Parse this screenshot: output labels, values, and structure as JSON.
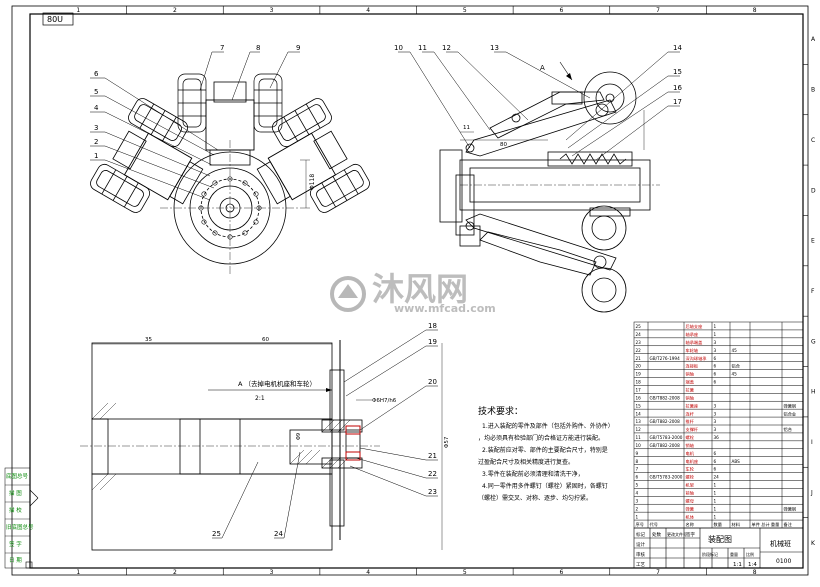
{
  "sheet": {
    "stamp": "80U",
    "col_numbers": [
      "1",
      "2",
      "3",
      "4",
      "5",
      "6",
      "7",
      "8"
    ],
    "row_letters": [
      "A",
      "B",
      "C",
      "D",
      "E",
      "F",
      "G",
      "H",
      "I",
      "J",
      "K"
    ],
    "side_labels": [
      "底图总号",
      "描 图",
      "描 校",
      "旧底图总号",
      "签 字",
      "日 期"
    ]
  },
  "balloons": {
    "top_left": [
      "1",
      "2",
      "3",
      "4",
      "5",
      "6",
      "7",
      "8",
      "9"
    ],
    "top_right": [
      "10",
      "11",
      "12",
      "13",
      "14",
      "15",
      "16",
      "17"
    ],
    "bottom": [
      "18",
      "19",
      "20",
      "21",
      "22",
      "23",
      "24",
      "25"
    ]
  },
  "view_labels": {
    "arrow_a": "A",
    "section_title": "A （去掉电机机座和车轮）",
    "section_scale": "2:1"
  },
  "dimensions": {
    "d_vertical_tl": "Φ118",
    "d_11": "11",
    "d_80": "80",
    "d_35": "35",
    "d_60": "60",
    "d_v2": "Φ57",
    "d_fit": "Φ6H7/h6",
    "d_v3": "Φ9"
  },
  "tech": {
    "title": "技术要求：",
    "lines": [
      "1.进入装配的零件及部件（包括外购件、外协件）",
      "，均必须具有检验部门的合格证方能进行装配。",
      "2.装配前应对零、部件的主要配合尺寸，特别是",
      "过盈配合尺寸及相关精度进行复查。",
      "3.零件在装配前必须清理和清洗干净，",
      "4.同一零件用多件螺钉（螺栓）紧固时，各螺钉",
      "（螺栓）需交叉、对称、逐步、均匀拧紧。"
    ]
  },
  "bom": {
    "rows": [
      {
        "no": "25",
        "code": "",
        "name": "后轴支座",
        "qty": "1",
        "mat": "",
        "wt": "",
        "note": ""
      },
      {
        "no": "24",
        "code": "",
        "name": "轴承座",
        "qty": "1",
        "mat": "",
        "wt": "",
        "note": ""
      },
      {
        "no": "23",
        "code": "",
        "name": "轴承端盖",
        "qty": "3",
        "mat": "",
        "wt": "",
        "note": ""
      },
      {
        "no": "22",
        "code": "",
        "name": "车轮轴",
        "qty": "3",
        "mat": "45",
        "wt": "",
        "note": ""
      },
      {
        "no": "21",
        "code": "GB/T276-1994",
        "name": "深沟球轴承",
        "qty": "6",
        "mat": "",
        "wt": "",
        "note": ""
      },
      {
        "no": "20",
        "code": "",
        "name": "连接板",
        "qty": "6",
        "mat": "铝合",
        "wt": "",
        "note": ""
      },
      {
        "no": "19",
        "code": "",
        "name": "销轴",
        "qty": "6",
        "mat": "45",
        "wt": "",
        "note": ""
      },
      {
        "no": "18",
        "code": "",
        "name": "端盖",
        "qty": "6",
        "mat": "",
        "wt": "",
        "note": ""
      },
      {
        "no": "17",
        "code": "",
        "name": "拉簧",
        "qty": "",
        "mat": "",
        "wt": "",
        "note": ""
      },
      {
        "no": "16",
        "code": "GB/T882-2008",
        "name": "销轴",
        "qty": "",
        "mat": "",
        "wt": "",
        "note": ""
      },
      {
        "no": "15",
        "code": "",
        "name": "拉簧座",
        "qty": "3",
        "mat": "",
        "wt": "",
        "note": "弹簧钢"
      },
      {
        "no": "14",
        "code": "",
        "name": "连杆",
        "qty": "3",
        "mat": "",
        "wt": "",
        "note": "铝合金"
      },
      {
        "no": "13",
        "code": "GB/T882-2008",
        "name": "推杆",
        "qty": "3",
        "mat": "",
        "wt": "",
        "note": ""
      },
      {
        "no": "12",
        "code": "",
        "name": "支撑杆",
        "qty": "3",
        "mat": "",
        "wt": "",
        "note": "铝合"
      },
      {
        "no": "11",
        "code": "GB/T5783-2000",
        "name": "螺栓",
        "qty": "36",
        "mat": "",
        "wt": "",
        "note": ""
      },
      {
        "no": "10",
        "code": "GB/T882-2008",
        "name": "销轴",
        "qty": "",
        "mat": "",
        "wt": "",
        "note": ""
      },
      {
        "no": "9",
        "code": "",
        "name": "电机",
        "qty": "6",
        "mat": "",
        "wt": "",
        "note": ""
      },
      {
        "no": "8",
        "code": "",
        "name": "电机座",
        "qty": "6",
        "mat": "ABS",
        "wt": "",
        "note": ""
      },
      {
        "no": "7",
        "code": "",
        "name": "车轮",
        "qty": "6",
        "mat": "",
        "wt": "",
        "note": ""
      },
      {
        "no": "6",
        "code": "GB/T5783-2000",
        "name": "螺栓",
        "qty": "24",
        "mat": "",
        "wt": "",
        "note": ""
      },
      {
        "no": "5",
        "code": "",
        "name": "机架",
        "qty": "1",
        "mat": "",
        "wt": "",
        "note": ""
      },
      {
        "no": "4",
        "code": "",
        "name": "前轴",
        "qty": "1",
        "mat": "",
        "wt": "",
        "note": ""
      },
      {
        "no": "3",
        "code": "",
        "name": "螺母",
        "qty": "1",
        "mat": "",
        "wt": "",
        "note": ""
      },
      {
        "no": "2",
        "code": "",
        "name": "弹簧",
        "qty": "1",
        "mat": "",
        "wt": "",
        "note": "弹簧钢"
      },
      {
        "no": "1",
        "code": "",
        "name": "机体",
        "qty": "1",
        "mat": "",
        "wt": "",
        "note": ""
      }
    ],
    "header": {
      "no": "序号",
      "code": "代号",
      "name": "名称",
      "qty": "数量",
      "mat": "材料",
      "wt": "单件 总计 重量",
      "note": "备注"
    }
  },
  "title_block": {
    "drawing_name": "装配图",
    "company": "机械班",
    "scale": "1:1",
    "sheet": "1:4",
    "code": "0100",
    "labels": [
      "标记",
      "处数",
      "更改文件号",
      "签字",
      "日期",
      "设计",
      "审核",
      "工艺",
      "批准",
      "阶段标记",
      "重量",
      "比例"
    ]
  },
  "watermark": {
    "cn": "沐风网",
    "url": "www.mfcad.com"
  }
}
